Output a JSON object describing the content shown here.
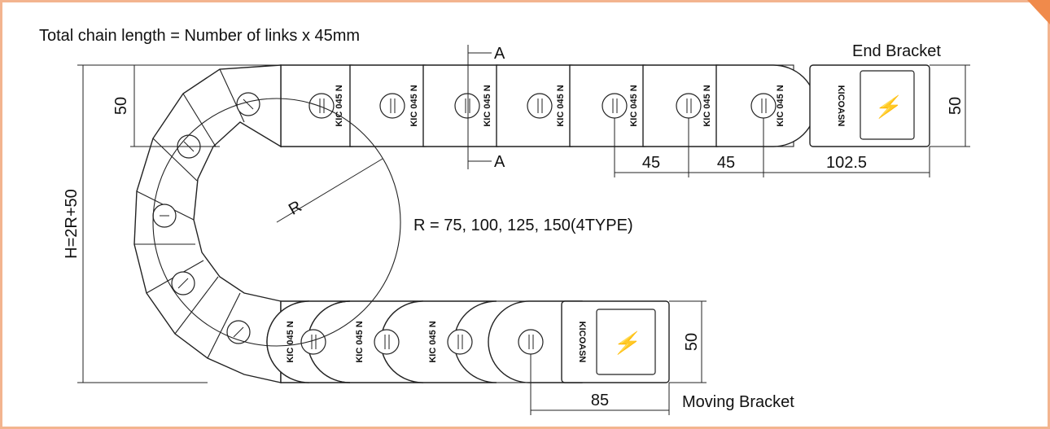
{
  "title": "Total chain length = Number of links x 45mm",
  "labels": {
    "end_bracket": "End Bracket",
    "moving_bracket": "Moving Bracket",
    "section_top": "A",
    "section_bottom": "A",
    "radius": "R",
    "radius_values": "R = 75, 100, 125, 150(4TYPE)",
    "height": "H=2R+50"
  },
  "dimensions": {
    "top_height_left": "50",
    "top_height_right": "50",
    "bottom_height": "50",
    "pitch_1": "45",
    "pitch_2": "45",
    "end_length": "102.5",
    "moving_length": "85"
  },
  "link_marking": "KIC 045 N",
  "bracket_marking": "KICOASN",
  "colors": {
    "border": "#f3b48f",
    "corner": "#f08a4b",
    "line": "#222222"
  }
}
